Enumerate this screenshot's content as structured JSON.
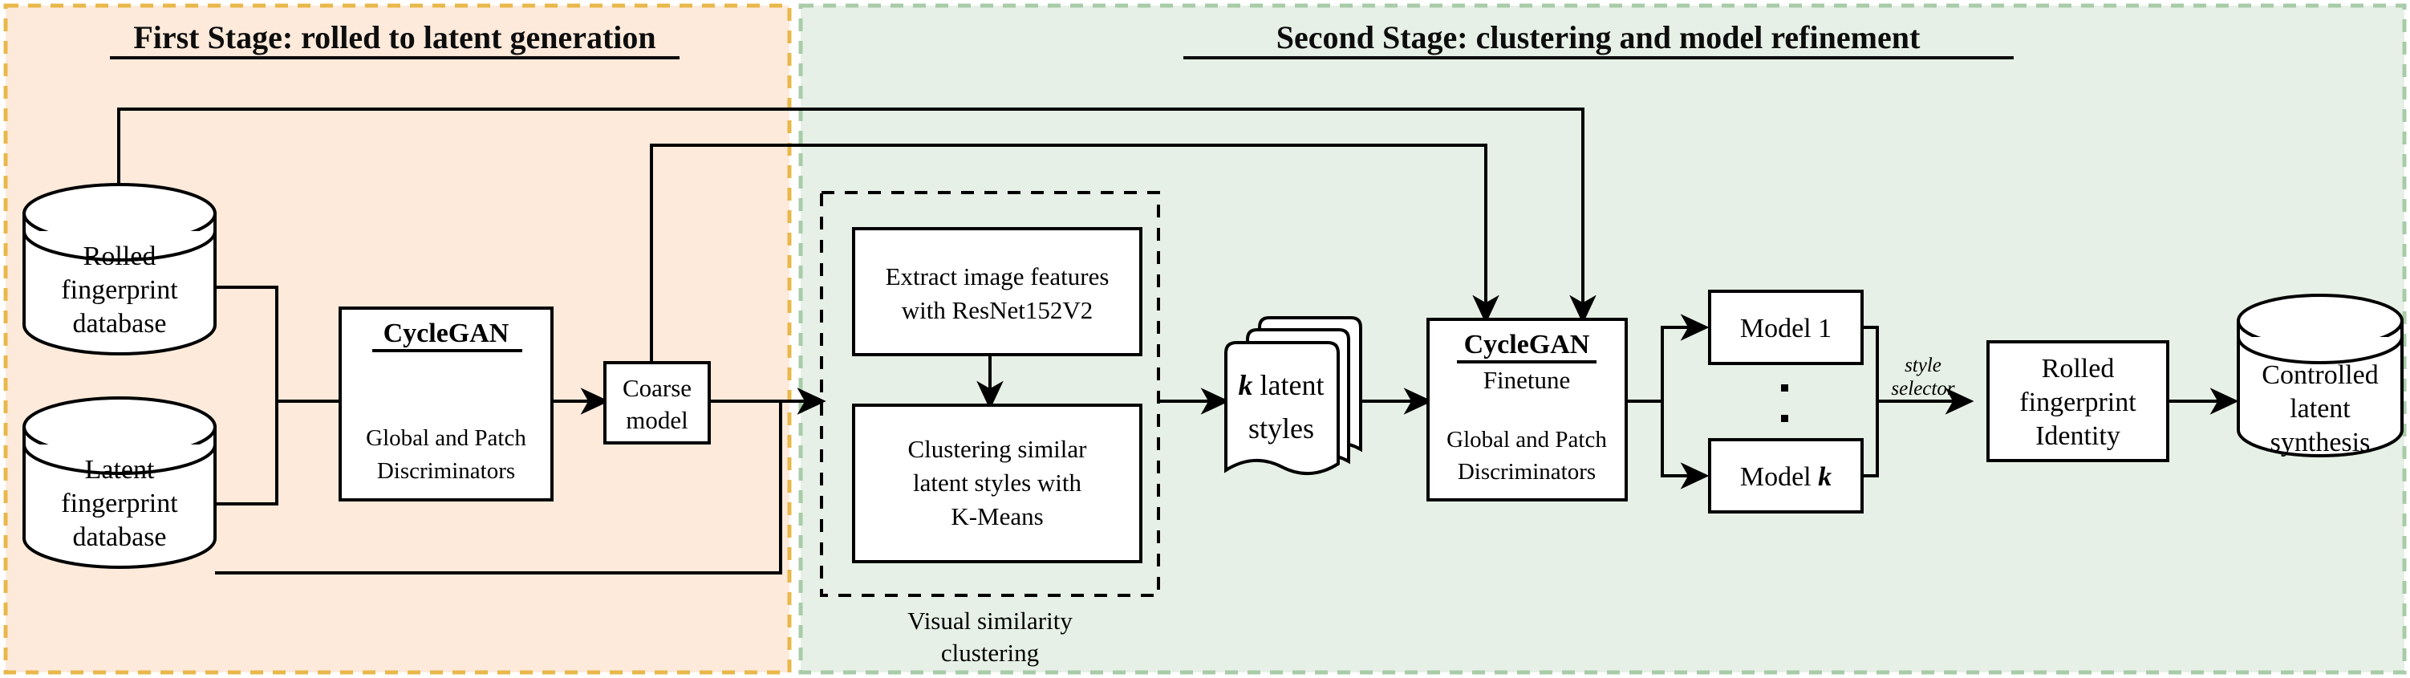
{
  "diagram": {
    "title_left": "First Stage: rolled to latent generation",
    "title_right": "Second Stage: clustering and model refinement",
    "colors": {
      "stage1_fill": "#fdeadb",
      "stage1_border": "#e8b84b",
      "stage2_fill": "#e6f0e6",
      "stage2_border": "#a8cba8",
      "stroke": "#000000",
      "node_fill": "#ffffff"
    },
    "stage1": {
      "name": "First Stage",
      "nodes": {
        "rolled_db": {
          "type": "cylinder",
          "lines": [
            "Rolled",
            "fingerprint",
            "database"
          ]
        },
        "latent_db": {
          "type": "cylinder",
          "lines": [
            "Latent",
            "fingerprint",
            "database"
          ]
        },
        "cyclegan": {
          "type": "box",
          "heading": "CycleGAN",
          "lines": [
            "Global and Patch",
            "Discriminators"
          ]
        },
        "coarse_model": {
          "type": "box",
          "lines": [
            "Coarse",
            "model"
          ]
        }
      }
    },
    "stage2": {
      "name": "Second Stage",
      "nodes": {
        "extract_features": {
          "type": "box",
          "lines": [
            "Extract image features",
            "with ResNet152V2"
          ]
        },
        "clustering": {
          "type": "box",
          "lines": [
            "Clustering similar",
            "latent styles with",
            "K-Means"
          ]
        },
        "cluster_group_caption": {
          "lines": [
            "Visual similarity",
            "clustering"
          ]
        },
        "latent_styles": {
          "type": "multidoc",
          "line1_emph": "k",
          "line1_rest": " latent",
          "line2": "styles"
        },
        "cyclegan_finetune": {
          "type": "box",
          "heading": "CycleGAN",
          "subheading": "Finetune",
          "lines": [
            "Global and Patch",
            "Discriminators"
          ]
        },
        "model_1": {
          "type": "box",
          "label": "Model 1"
        },
        "model_k": {
          "type": "box",
          "label_rest": "Model ",
          "label_emph": "k"
        },
        "ellipsis": "•",
        "style_selector": {
          "lines": [
            "style",
            "selector"
          ],
          "style": "italic"
        },
        "rolled_identity": {
          "type": "box",
          "lines": [
            "Rolled",
            "fingerprint",
            "Identity"
          ]
        },
        "controlled_synthesis": {
          "type": "cylinder",
          "lines": [
            "Controlled",
            "latent",
            "synthesis"
          ]
        }
      }
    }
  }
}
